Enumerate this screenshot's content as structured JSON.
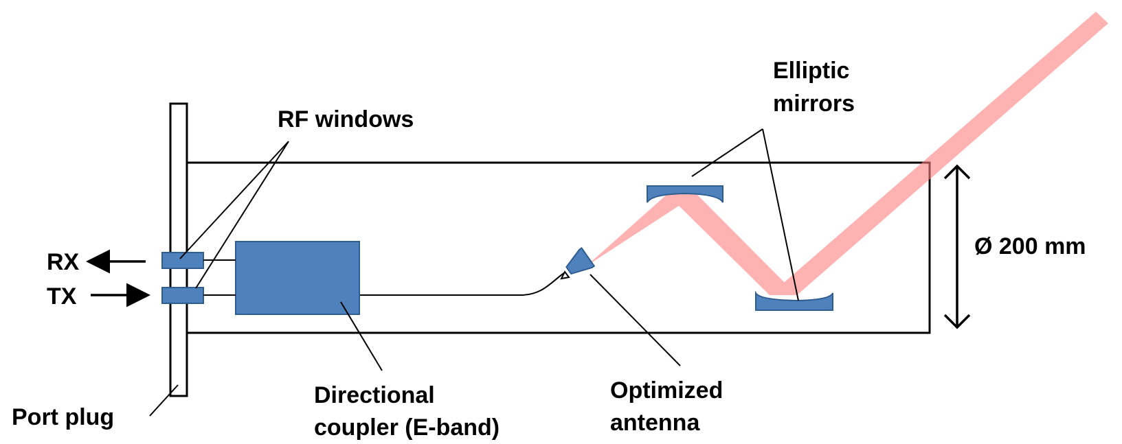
{
  "labels": {
    "rf_windows": "RF windows",
    "elliptic_line1": "Elliptic",
    "elliptic_line2": "mirrors",
    "rx": "RX",
    "tx": "TX",
    "diameter": "Ø 200 mm",
    "port_plug": "Port plug",
    "coupler_line1": "Directional",
    "coupler_line2": "coupler (E-band)",
    "antenna_line1": "Optimized",
    "antenna_line2": "antenna"
  },
  "colors": {
    "component": "#4f81bd",
    "component_border": "#2f5d8f",
    "beam": "#ff7f7f",
    "outline": "#000000"
  }
}
